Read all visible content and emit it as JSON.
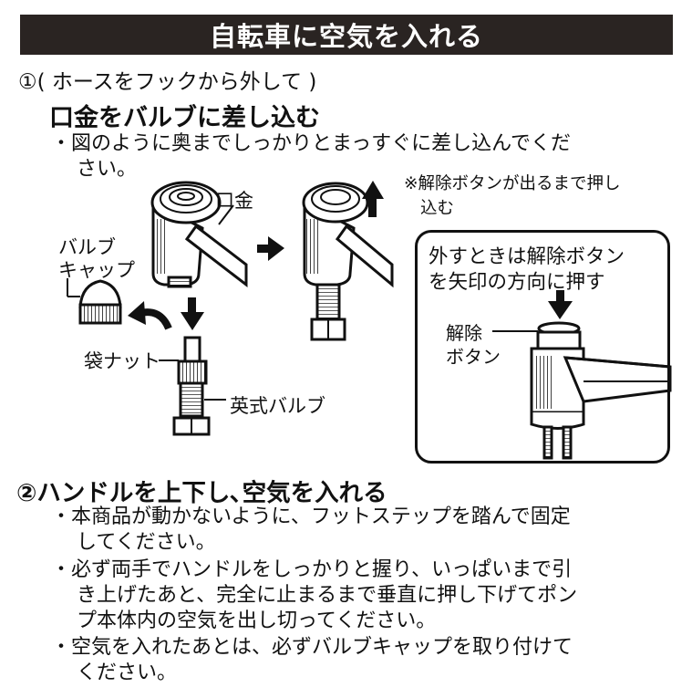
{
  "title": "自転車に空気を入れる",
  "step1": {
    "number_line": "①( ホースをフックから外して )",
    "heading": "口金をバルブに差し込む",
    "bullet_line1": "・図のように奥までしっかりとまっすぐに差し込んでくだ",
    "bullet_line2": "さい。",
    "labels": {
      "kuchigane": "口金",
      "valve_cap_line1": "バルブ",
      "valve_cap_line2": "キャップ",
      "bag_nut": "袋ナット",
      "english_valve": "英式バルブ"
    },
    "note_line1": "※解除ボタンが出るまで押し",
    "note_line2": "込む",
    "inset": {
      "line1": "外すときは解除ボタン",
      "line2": "を矢印の方向に押す",
      "button_label_line1": "解除",
      "button_label_line2": "ボタン"
    }
  },
  "step2": {
    "heading": "②ハンドルを上下し､空気を入れる",
    "bullets": {
      "b1_line1": "・本商品が動かないように、フットステップを踏んで固定",
      "b1_line2": "してください。",
      "b2_line1": "・必ず両手でハンドルをしっかりと握り、いっぱいまで引",
      "b2_line2": "き上げたあと、完全に止まるまで垂直に押し下げてポン",
      "b2_line3": "プ本体内の空気を出し切ってください。",
      "b3_line1": "・空気を入れたあとは、必ずバルブキャップを取り付けて",
      "b3_line2": "ください。"
    }
  },
  "icons": [
    "arrow-down-icon",
    "arrow-right-icon",
    "arrow-up-icon",
    "curved-arrow-icon"
  ],
  "colors": {
    "banner_bg": "#2a2422",
    "banner_text": "#ffffff",
    "ink": "#111111"
  }
}
